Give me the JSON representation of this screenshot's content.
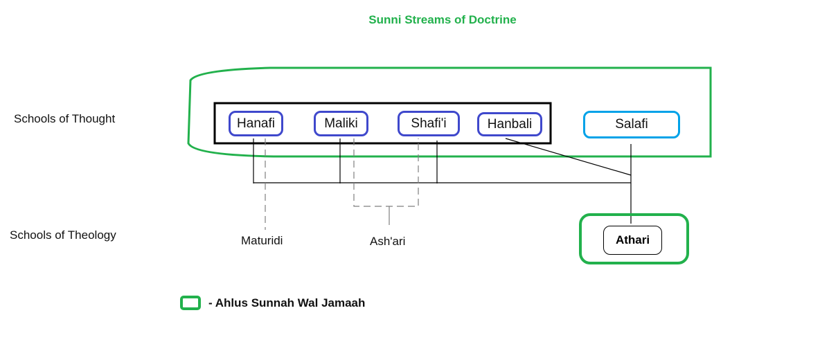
{
  "title": "Sunni Streams of Doctrine",
  "row_labels": {
    "thought": "Schools of Thought",
    "theology": "Schools of Theology"
  },
  "schools_of_thought": [
    {
      "name": "Hanafi"
    },
    {
      "name": "Maliki"
    },
    {
      "name": "Shafi'i"
    },
    {
      "name": "Hanbali"
    },
    {
      "name": "Salafi"
    }
  ],
  "schools_of_theology": [
    {
      "name": "Maturidi"
    },
    {
      "name": "Ash'ari"
    },
    {
      "name": "Athari"
    }
  ],
  "legend": {
    "label": "- Ahlus Sunnah Wal Jamaah"
  },
  "colors": {
    "ahlus_sunnah": "#22b14c",
    "madhhab_border": "#3f48cc",
    "salafi_border": "#00a2e8",
    "title": "#22b14c"
  }
}
